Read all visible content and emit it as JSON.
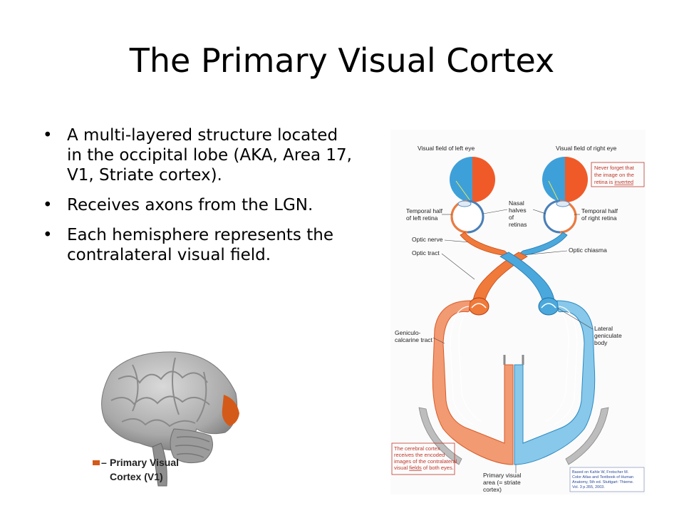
{
  "slide": {
    "title": "The Primary Visual Cortex",
    "bullets": [
      "A multi-layered structure located in the occipital lobe (AKA, Area 17, V1, Striate cortex).",
      "Receives axons from the LGN.",
      "Each hemisphere represents the contralateral visual field."
    ]
  },
  "brain_figure": {
    "legend_line1": "Primary Visual",
    "legend_line2": "Cortex (V1)",
    "highlight_color": "#d45a1a"
  },
  "diagram": {
    "left_eye_field": "Visual field of left eye",
    "right_eye_field": "Visual field of right eye",
    "note_line1": "Never forget that",
    "note_line2": "the image on the",
    "note_line3_a": "retina is ",
    "note_line3_b": "inverted",
    "temporal_left_1": "Temporal half",
    "temporal_left_2": "of left retina",
    "nasal_1": "Nasal",
    "nasal_2": "halves",
    "nasal_3": "of",
    "nasal_4": "retinas",
    "temporal_right_1": "Temporal half",
    "temporal_right_2": "of right retina",
    "optic_nerve": "Optic nerve",
    "optic_tract": "Optic tract",
    "optic_chiasma": "Optic chiasma",
    "geniculo_1": "Geniculo-",
    "geniculo_2": "calcarine tract",
    "lateral_1": "Lateral",
    "lateral_2": "geniculate",
    "lateral_3": "body",
    "cortex_note_1": "The cerebral cortex",
    "cortex_note_2": "receives the encoded",
    "cortex_note_3": "images of the contralateral",
    "cortex_note_4a": "visual ",
    "cortex_note_4b": "fields",
    "cortex_note_4c": " of both eyes.",
    "primary_1": "Primary visual",
    "primary_2": "area (= striate",
    "primary_3": "cortex)",
    "source_1": "Based on Kahle W, Frotscher M.",
    "source_2": "Color Atlas and Textbook of Human",
    "source_3": "Anatomy, 5th ed. Stuttgart: Thieme.",
    "source_4": "Vol. 3 p.355, 2003.",
    "colors": {
      "left_pathway": "#f0703a",
      "right_pathway": "#4aa8dc",
      "note_red": "#c0392b"
    }
  }
}
